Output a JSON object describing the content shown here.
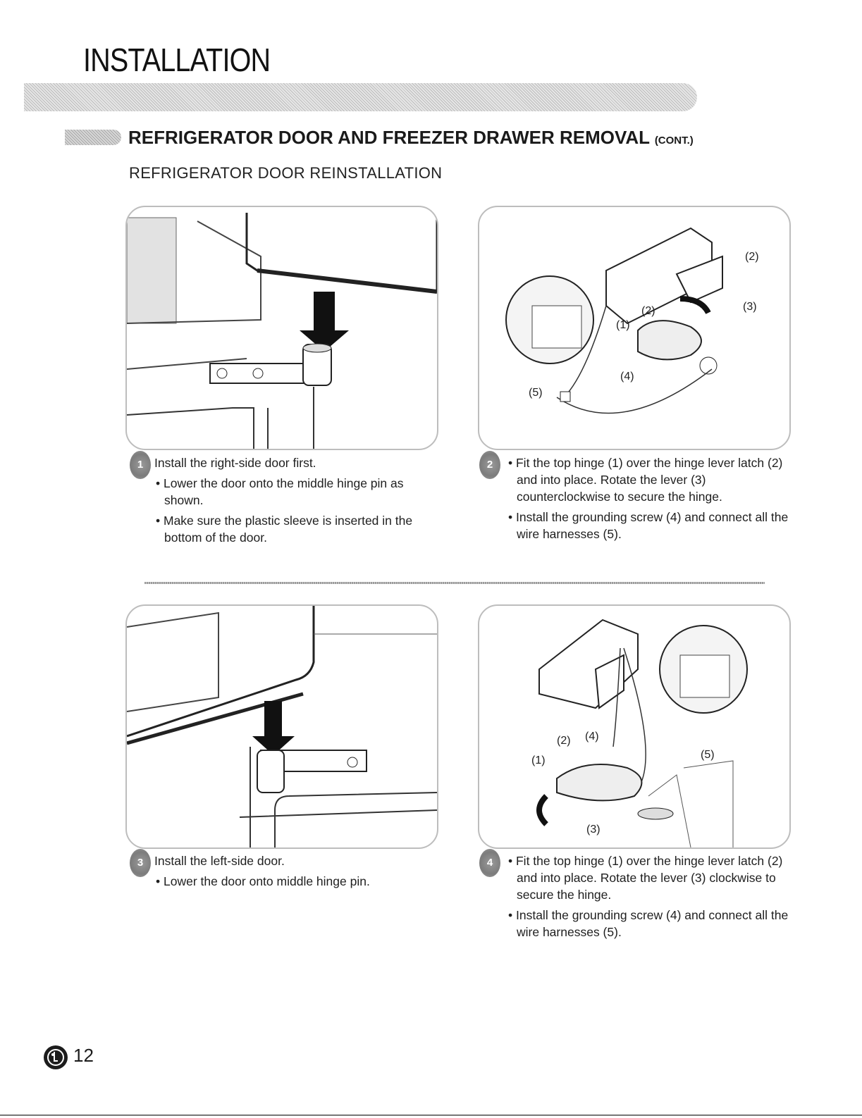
{
  "header": {
    "section": "INSTALLATION",
    "title": "REFRIGERATOR DOOR AND FREEZER DRAWER REMOVAL",
    "title_suffix": "(CONT.)",
    "subtitle": "REFRIGERATOR DOOR REINSTALLATION"
  },
  "steps": [
    {
      "number": "1",
      "lines": [
        "Install the right-side door first.",
        "• Lower the door onto the middle hinge pin as shown.",
        "• Make sure the plastic sleeve is inserted in the bottom of the door."
      ]
    },
    {
      "number": "2",
      "labels": [
        "(1)",
        "(2)",
        "(2)",
        "(3)",
        "(4)",
        "(5)"
      ],
      "lines": [
        "• Fit the top hinge (1) over the hinge lever latch (2) and into place. Rotate the lever (3) counterclockwise to secure the hinge.",
        "• Install the grounding screw (4) and connect all the wire harnesses (5)."
      ]
    },
    {
      "number": "3",
      "lines": [
        "Install the left-side door.",
        "• Lower the door onto middle hinge pin."
      ]
    },
    {
      "number": "4",
      "labels": [
        "(1)",
        "(2)",
        "(3)",
        "(4)",
        "(5)"
      ],
      "lines": [
        "• Fit the top hinge (1) over the hinge lever latch (2) and into place. Rotate the lever (3) clockwise to secure the hinge.",
        "• Install the grounding screw (4) and connect all the wire harnesses (5)."
      ]
    }
  ],
  "footer": {
    "page_number": "12",
    "logo": "lg-logo-icon"
  }
}
